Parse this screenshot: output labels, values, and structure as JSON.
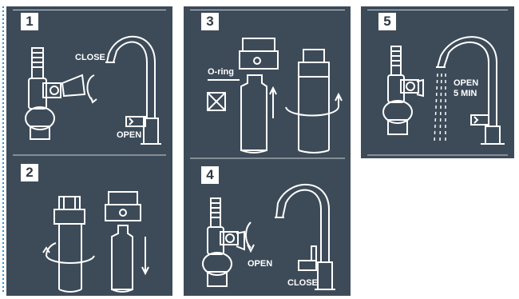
{
  "steps": [
    {
      "number": "1",
      "labels": {
        "close": "CLOSE",
        "open": "OPEN"
      }
    },
    {
      "number": "2"
    },
    {
      "number": "3",
      "labels": {
        "oring": "O-ring"
      }
    },
    {
      "number": "4",
      "labels": {
        "open": "OPEN",
        "close": "CLOSE"
      }
    },
    {
      "number": "5",
      "labels": {
        "open": "OPEN",
        "duration": "5 MIN"
      }
    }
  ],
  "colors": {
    "panel": "#3d4b59",
    "line": "#ffffff",
    "accent": "#2a8fd6"
  }
}
